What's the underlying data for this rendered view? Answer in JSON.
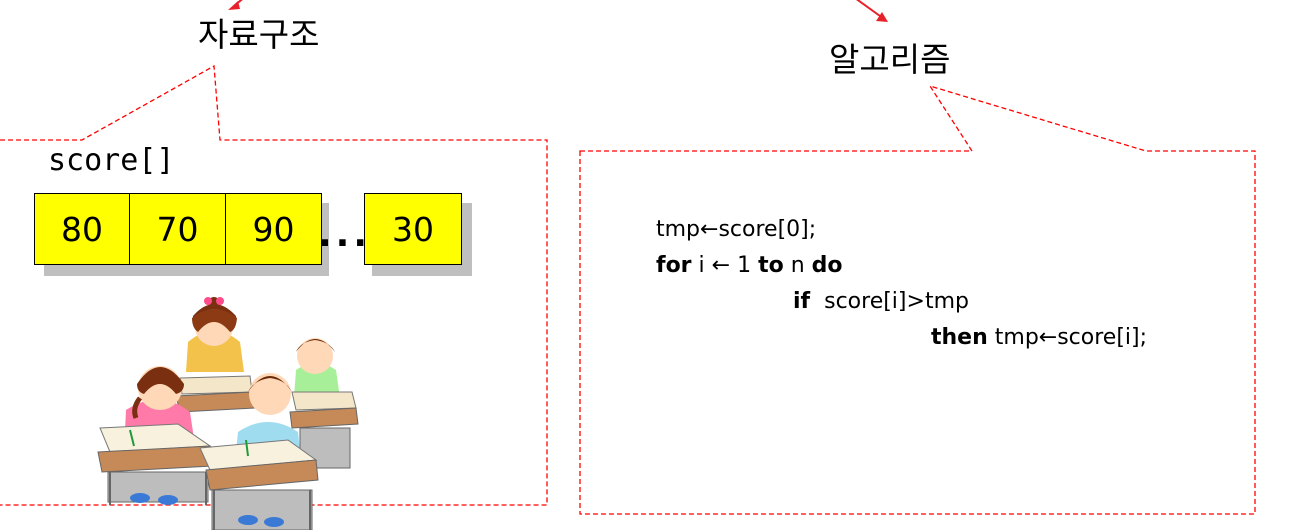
{
  "labels": {
    "data_structure": "자료구조",
    "algorithm": "알고리즘"
  },
  "array": {
    "name": "score[]",
    "values": [
      "80",
      "70",
      "90",
      "30"
    ],
    "ellipsis": "..."
  },
  "code": {
    "line1": "tmp←score[0];",
    "line2": {
      "kw_for": "for",
      "mid": " i ← 1 ",
      "kw_to": "to",
      "n": " n ",
      "kw_do": "do"
    },
    "line3": {
      "kw_if": "if",
      "cond": "  score[i]>tmp"
    },
    "line4": {
      "kw_then": "then",
      "stmt": " tmp←score[i];"
    }
  },
  "colors": {
    "array_cell": "#ffff00",
    "callout_border": "#ff0000",
    "arrow": "#e8202a"
  },
  "icons": [
    "students-at-desks-illustration"
  ]
}
